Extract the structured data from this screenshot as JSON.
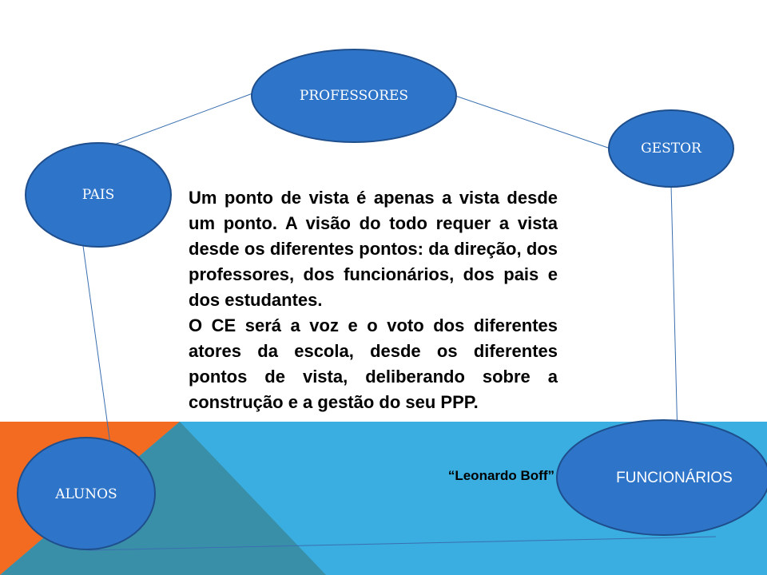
{
  "diagram": {
    "nodes": [
      {
        "id": "professores",
        "label": "PROFESSORES"
      },
      {
        "id": "gestor",
        "label": "GESTOR"
      },
      {
        "id": "pais",
        "label": "PAIS"
      },
      {
        "id": "funcionarios",
        "label": "FUNCIONÁRIOS"
      },
      {
        "id": "alunos",
        "label": "ALUNOS"
      }
    ],
    "edges": [
      {
        "from": "pais",
        "to": "professores"
      },
      {
        "from": "professores",
        "to": "gestor"
      },
      {
        "from": "gestor",
        "to": "funcionarios"
      },
      {
        "from": "funcionarios",
        "to": "alunos"
      },
      {
        "from": "alunos",
        "to": "pais"
      }
    ]
  },
  "quote": {
    "paragraph_1": "Um ponto de vista é apenas a vista desde um ponto. A visão do todo requer a vista desde os diferentes pontos: da direção, dos professores, dos funcionários, dos pais e dos estudantes.",
    "paragraph_2": "O CE será a voz e o voto dos diferentes atores da escola, desde os diferentes pontos de vista, deliberando sobre a construção e a gestão do seu PPP.",
    "author": "“Leonardo Boff”"
  },
  "colors": {
    "node_fill": "#2e75c9",
    "node_stroke": "#1f4e8c",
    "connector": "#3a6fb0",
    "band_blue": "#3aaee0",
    "band_orange": "#f26b21",
    "band_teal": "#3a8fa8"
  }
}
